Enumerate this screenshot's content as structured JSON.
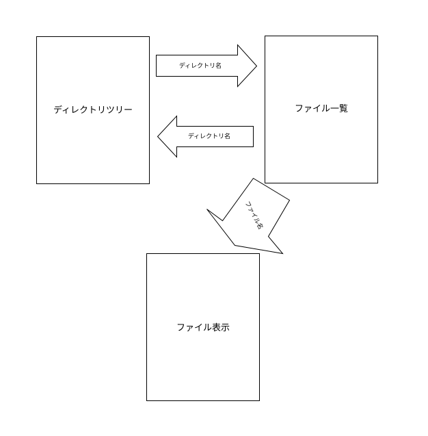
{
  "boxes": {
    "directory_tree": "ディレクトリツリー",
    "file_list": "ファイル一覧",
    "file_view": "ファイル表示"
  },
  "arrows": {
    "to_file_list": "ディレクトリ名",
    "to_directory_tree": "ディレクトリ名",
    "to_file_view": "ファイル名"
  },
  "colors": {
    "stroke": "#000000",
    "fill": "#ffffff"
  }
}
